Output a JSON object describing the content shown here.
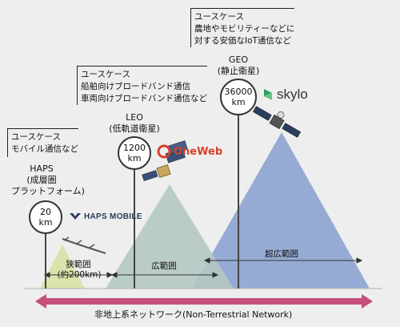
{
  "usecase_heading": "ユースケース",
  "usecases": {
    "haps": [
      "モバイル通信など"
    ],
    "leo": [
      "船舶向けブロードバンド通信",
      "車両向けブロードバンド通信など"
    ],
    "geo": [
      "農地やモビリティーなどに",
      "対する安価なIoT通信など"
    ]
  },
  "orbits": {
    "haps": {
      "name": "HAPS",
      "sub1": "(成層圏",
      "sub2": "プラットフォーム)",
      "alt_value": "20",
      "alt_unit": "km"
    },
    "leo": {
      "name": "LEO",
      "sub1": "(低軌道衛星)",
      "alt_value": "1200",
      "alt_unit": "km"
    },
    "geo": {
      "name": "GEO",
      "sub1": "(静止衛星)",
      "alt_value": "36000",
      "alt_unit": "km"
    }
  },
  "logos": {
    "haps_mobile": "HAPS MOBILE",
    "oneweb": "OneWeb",
    "skylo": "skylo"
  },
  "ranges": {
    "narrow": "狭範囲",
    "narrow_sub": "(約200km)",
    "wide": "広範囲",
    "ultra": "超広範囲"
  },
  "ntn": "非地上系ネットワーク(Non-Terrestrial Network)",
  "colors": {
    "haps_cone": "#d7e2a8",
    "leo_cone": "#b4c8c3",
    "geo_cone": "#8ca3d0",
    "ntn_arrow": "#c64f7b",
    "oneweb_red": "#d8402a",
    "skylo_green": "#2e9f62"
  }
}
